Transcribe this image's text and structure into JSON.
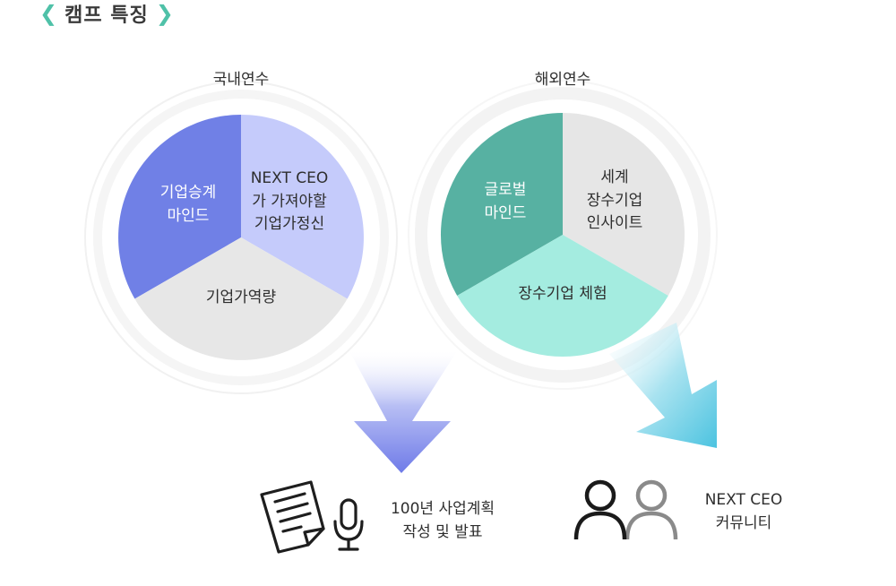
{
  "header": {
    "title": "캠프 특징",
    "left_chevron": "❮",
    "right_chevron": "❯"
  },
  "domestic": {
    "title": "국내연수",
    "seg_top_left": [
      "기업승계",
      "마인드"
    ],
    "seg_top_right": [
      "NEXT CEO",
      "가 가져야할",
      "기업가정신"
    ],
    "seg_bottom": [
      "기업가역량"
    ]
  },
  "overseas": {
    "title": "해외연수",
    "seg_top_left": [
      "글로벌",
      "마인드"
    ],
    "seg_top_right": [
      "세계",
      "장수기업",
      "인사이트"
    ],
    "seg_bottom": [
      "장수기업 체험"
    ]
  },
  "results": {
    "business_plan": [
      "100년 사업계획",
      "작성 및 발표"
    ],
    "community": [
      "NEXT CEO",
      "커뮤니티"
    ]
  },
  "colors": {
    "accent": "#4fc1a8",
    "domestic_left": "#7080e6",
    "domestic_right": "#c5cbfb",
    "domestic_bottom": "#e7e7e7",
    "overseas_left": "#57b1a2",
    "overseas_right": "#e6e6e6",
    "overseas_bottom": "#a4ece0",
    "arrow_purple": "#6f7be8",
    "arrow_cyan": "#56c8e2"
  }
}
